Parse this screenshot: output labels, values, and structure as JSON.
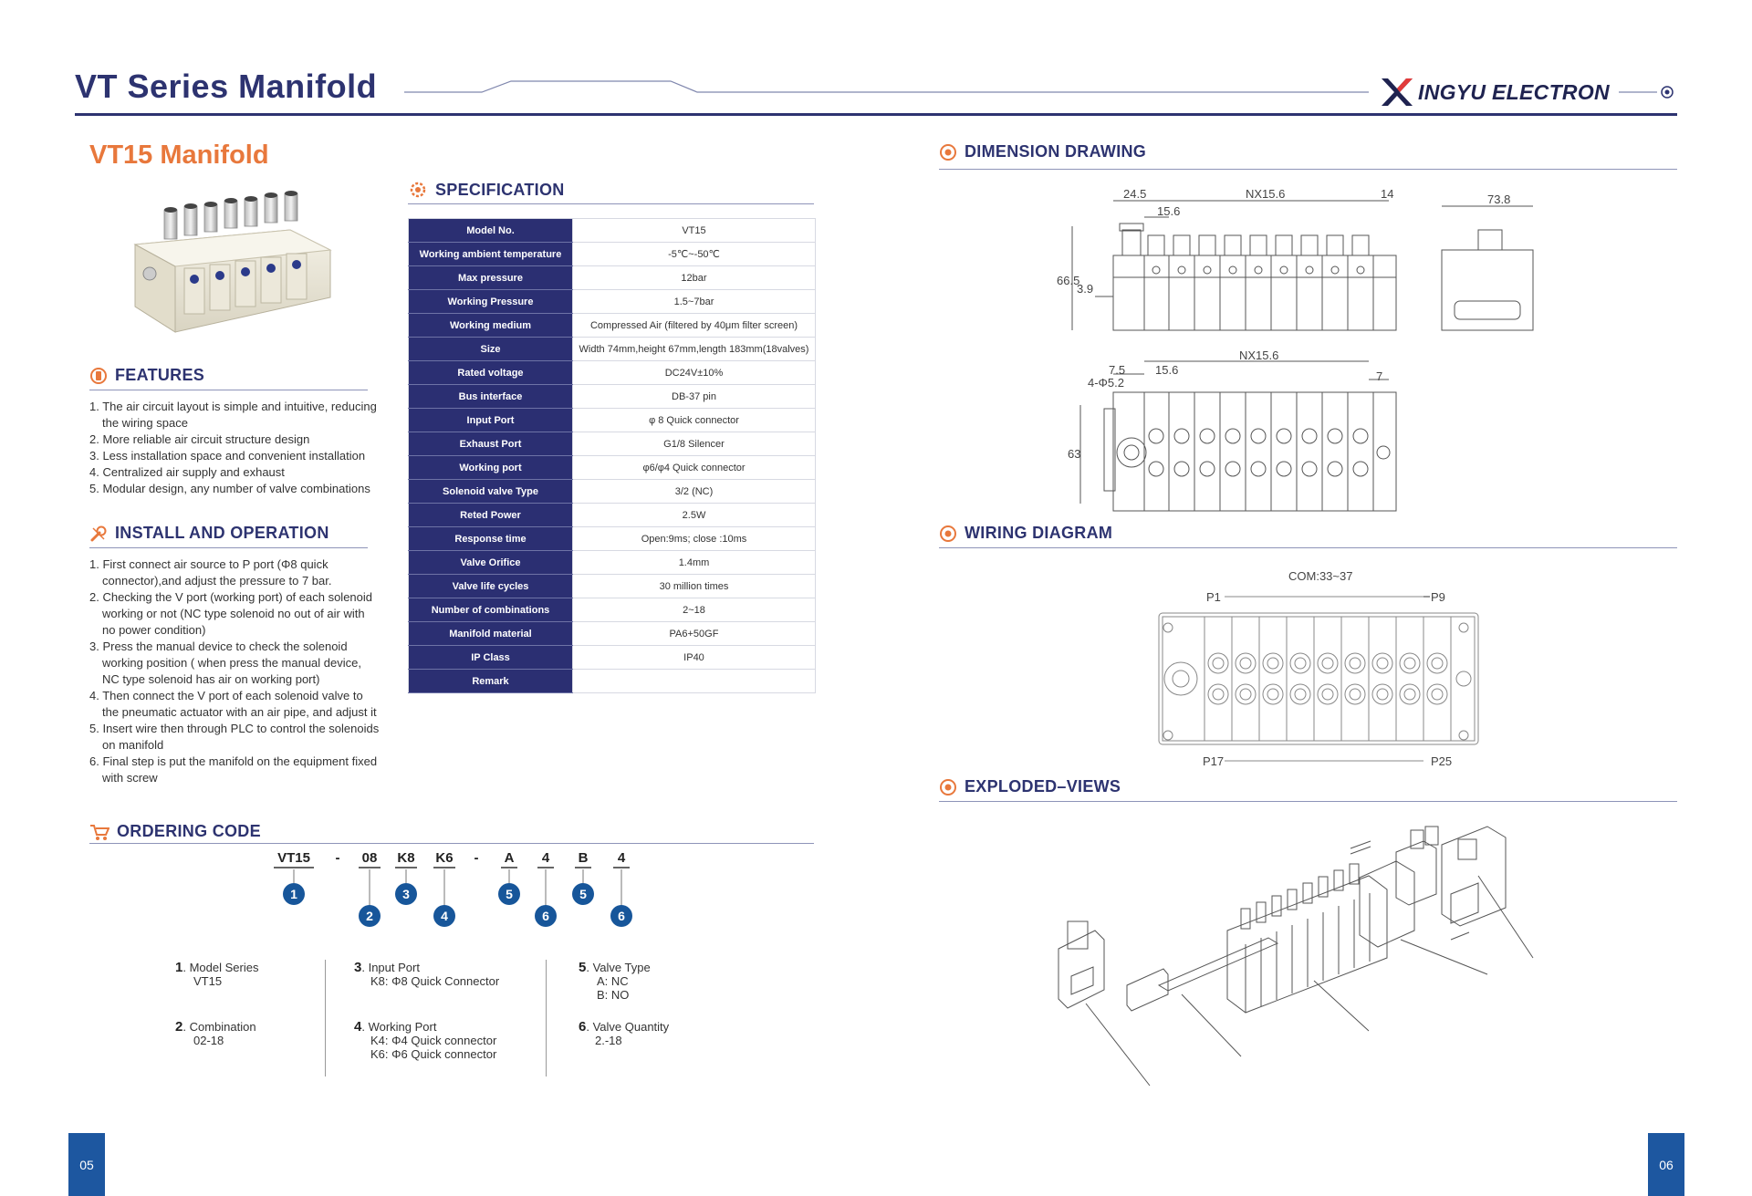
{
  "header": {
    "title": "VT Series Manifold",
    "brand": "INGYU ELECTRON"
  },
  "left": {
    "subtitle": "VT15 Manifold",
    "features": {
      "heading": "FEATURES",
      "items": [
        "1. The air circuit layout is simple and intuitive, reducing the wiring space",
        "2. More reliable air circuit structure design",
        "3. Less installation space and convenient installation",
        "4. Centralized air supply and exhaust",
        "5. Modular design, any number of valve combinations"
      ]
    },
    "install": {
      "heading": "INSTALL AND OPERATION",
      "items": [
        "1. First connect air source to P port (Φ8 quick connector),and adjust the pressure to 7 bar.",
        "2. Checking the V port (working port) of each solenoid working or not (NC type solenoid no out of air with no power condition)",
        "3. Press the manual device to check the solenoid working position ( when press the manual device, NC type solenoid has air on working port)",
        "4. Then connect the V port of each solenoid valve to the pneumatic actuator with an air pipe, and adjust it",
        "5. Insert wire then through PLC to control the solenoids on manifold",
        "6. Final step is put the manifold on the equipment fixed with screw"
      ]
    },
    "specification": {
      "heading": "SPECIFICATION",
      "rows": [
        {
          "key": "Model No.",
          "value": "VT15"
        },
        {
          "key": "Working ambient temperature",
          "value": "-5℃~-50℃"
        },
        {
          "key": "Max pressure",
          "value": "12bar"
        },
        {
          "key": "Working Pressure",
          "value": "1.5~7bar"
        },
        {
          "key": "Working medium",
          "value": "Compressed Air (filtered by 40μm filter screen)"
        },
        {
          "key": "Size",
          "value": "Width 74mm,height 67mm,length 183mm(18valves)"
        },
        {
          "key": "Rated voltage",
          "value": "DC24V±10%"
        },
        {
          "key": "Bus interface",
          "value": "DB-37 pin"
        },
        {
          "key": "Input Port",
          "value": "φ 8 Quick connector"
        },
        {
          "key": "Exhaust Port",
          "value": "G1/8 Silencer"
        },
        {
          "key": "Working port",
          "value": "φ6/φ4 Quick connector"
        },
        {
          "key": "Solenoid valve Type",
          "value": "3/2 (NC)"
        },
        {
          "key": "Reted Power",
          "value": "2.5W"
        },
        {
          "key": "Response time",
          "value": "Open:9ms; close :10ms"
        },
        {
          "key": "Valve Orifice",
          "value": "1.4mm"
        },
        {
          "key": "Valve life cycles",
          "value": "30 million times"
        },
        {
          "key": "Number of combinations",
          "value": "2~18"
        },
        {
          "key": "Manifold material",
          "value": "PA6+50GF"
        },
        {
          "key": "IP Class",
          "value": "IP40"
        },
        {
          "key": "Remark",
          "value": ""
        }
      ]
    },
    "ordering": {
      "heading": "ORDERING CODE",
      "segments": [
        "VT15",
        "-",
        "08",
        "K8",
        "K6",
        "-",
        "A",
        "4",
        "B",
        "4"
      ],
      "badges": [
        "1",
        "2",
        "3",
        "4",
        "5",
        "6",
        "5",
        "6"
      ],
      "legend": [
        {
          "num": "1",
          "title": "Model Series",
          "lines": [
            "VT15"
          ]
        },
        {
          "num": "2",
          "title": "Combination",
          "lines": [
            "02-18"
          ]
        },
        {
          "num": "3",
          "title": "Input Port",
          "lines": [
            "K8: Φ8 Quick Connector"
          ]
        },
        {
          "num": "4",
          "title": "Working Port",
          "lines": [
            "K4: Φ4 Quick connector",
            "K6: Φ6 Quick connector"
          ]
        },
        {
          "num": "5",
          "title": "Valve Type",
          "lines": [
            "A: NC",
            "B: NO"
          ]
        },
        {
          "num": "6",
          "title": "Valve Quantity",
          "lines": [
            "2.-18"
          ]
        }
      ]
    },
    "page_number": "05"
  },
  "right": {
    "dimension": {
      "heading": "DIMENSION DRAWING",
      "labels": {
        "d245": "24.5",
        "nx156a": "NX15.6",
        "d14": "14",
        "d156a": "15.6",
        "d665": "66.5",
        "d39": "3.9",
        "d738": "73.8",
        "d75": "7.5",
        "d452": "4-Φ5.2",
        "d156b": "15.6",
        "nx156b": "NX15.6",
        "d7": "7",
        "d63": "63"
      }
    },
    "wiring": {
      "heading": "WIRING DIAGRAM",
      "com": "COM:33~37",
      "p1": "P1",
      "p9": "P9",
      "p17": "P17",
      "p25": "P25"
    },
    "exploded": {
      "heading": "EXPLODED–VIEWS"
    },
    "page_number": "06"
  },
  "colors": {
    "navy": "#2d3370",
    "orange": "#e8783c",
    "table_key_bg": "#2b2f72",
    "badge": "#17569a",
    "page_box": "#1d57a0"
  }
}
